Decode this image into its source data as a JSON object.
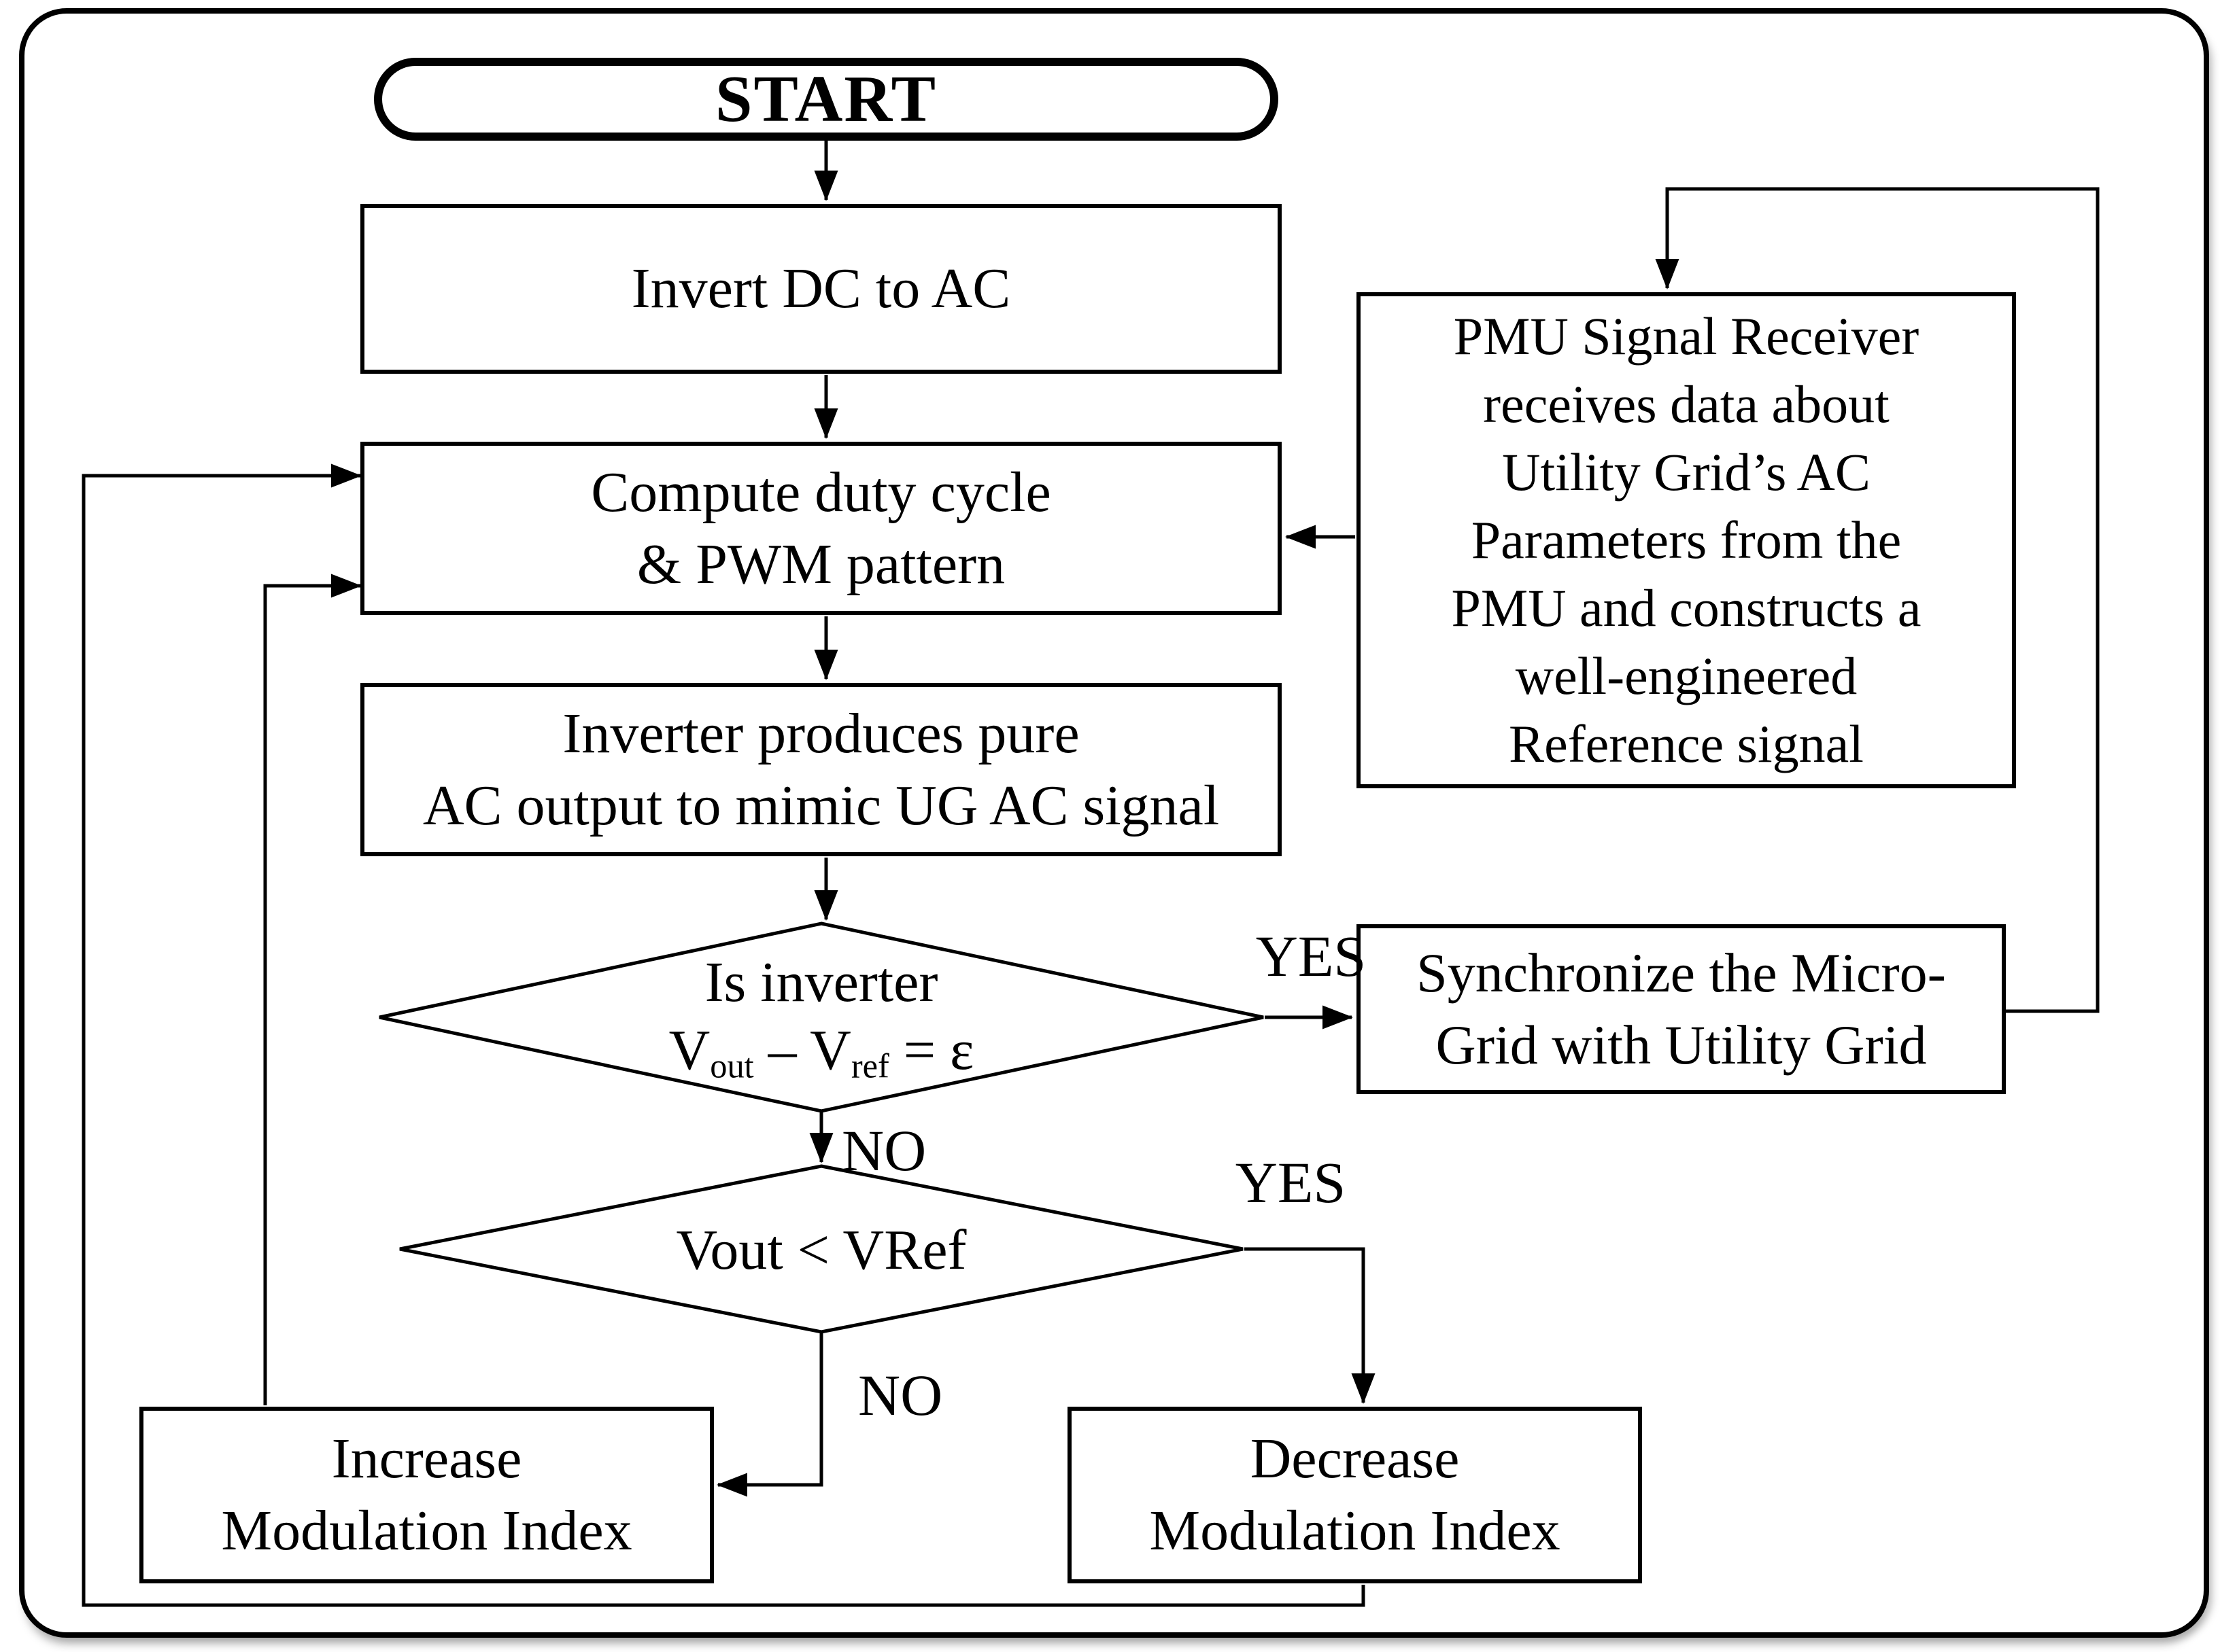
{
  "nodes": {
    "start": {
      "label": "START"
    },
    "invert": {
      "label": "Invert DC to AC"
    },
    "compute": {
      "lines": [
        "Compute duty cycle",
        "& PWM pattern"
      ]
    },
    "inverter_output": {
      "lines": [
        "Inverter produces pure",
        "AC output to mimic UG AC signal"
      ]
    },
    "pmu_receiver": {
      "lines": [
        "PMU Signal Receiver",
        "receives data about",
        "Utility Grid’s AC",
        "Parameters from the",
        "PMU and constructs a",
        "well-engineered",
        "Reference signal"
      ]
    },
    "synchronize": {
      "lines": [
        "Synchronize the Micro-",
        "Grid with Utility Grid"
      ]
    },
    "decision_voltage_error": {
      "line1": "Is inverter",
      "formula": {
        "v1": "V",
        "sub1": "out",
        "operator": " – V",
        "sub2": "ref",
        "equals": " = ε"
      }
    },
    "decision_vout_vref": {
      "label": "Vout < VRef"
    },
    "increase_mi": {
      "lines": [
        "Increase",
        "Modulation Index"
      ]
    },
    "decrease_mi": {
      "lines": [
        "Decrease",
        "Modulation Index"
      ]
    }
  },
  "edge_labels": {
    "yes_sync": "YES",
    "no_next_check": "NO",
    "yes_decrease": "YES",
    "no_increase": "NO"
  },
  "colors": {
    "ink": "#000000",
    "paper": "#ffffff",
    "frame_shadow": "#a9a9a9"
  }
}
